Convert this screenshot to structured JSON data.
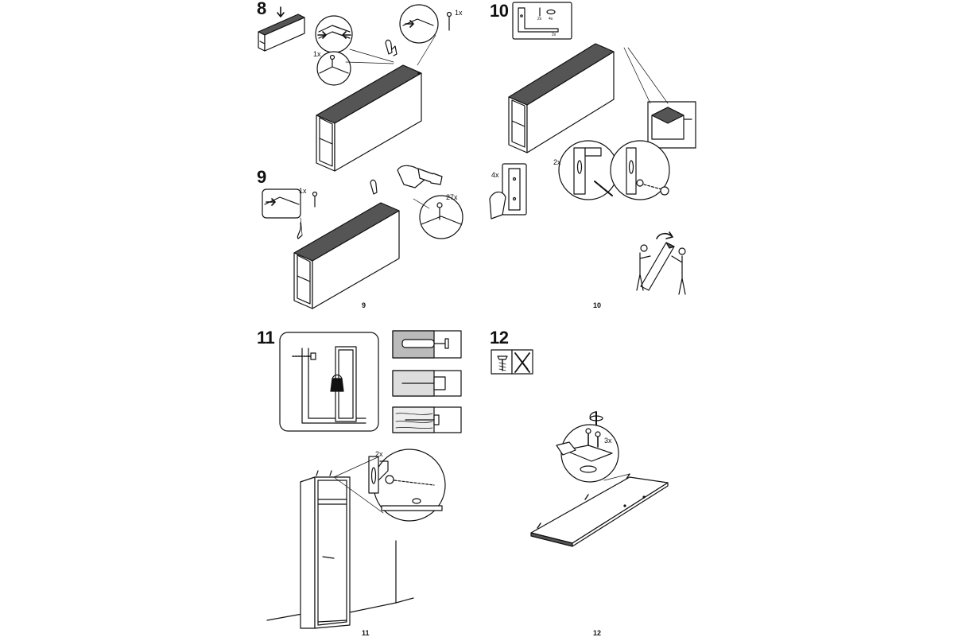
{
  "steps": {
    "s8": {
      "number": "8",
      "qty_a": "1x",
      "qty_b": "1x"
    },
    "s9": {
      "number": "9",
      "qty_a": "1x",
      "qty_b": "27x"
    },
    "s10": {
      "number": "10",
      "hw_qty_screw": "2x",
      "hw_qty_washer": "4x",
      "hw_qty_bracket": "2x",
      "qty_a": "4x",
      "qty_b": "2x"
    },
    "s11": {
      "number": "11",
      "qty_a": "2x"
    },
    "s12": {
      "number": "12",
      "qty_a": "3x"
    }
  },
  "page_numbers": {
    "p9": "9",
    "p10": "10",
    "p11": "11",
    "p12": "12"
  },
  "icons": [
    "hammer-icon",
    "nail-icon",
    "screw-icon",
    "washer-icon",
    "bracket-icon",
    "wall-plug-icon",
    "screwdriver-icon",
    "no-screwdriver-icon",
    "people-icon"
  ]
}
